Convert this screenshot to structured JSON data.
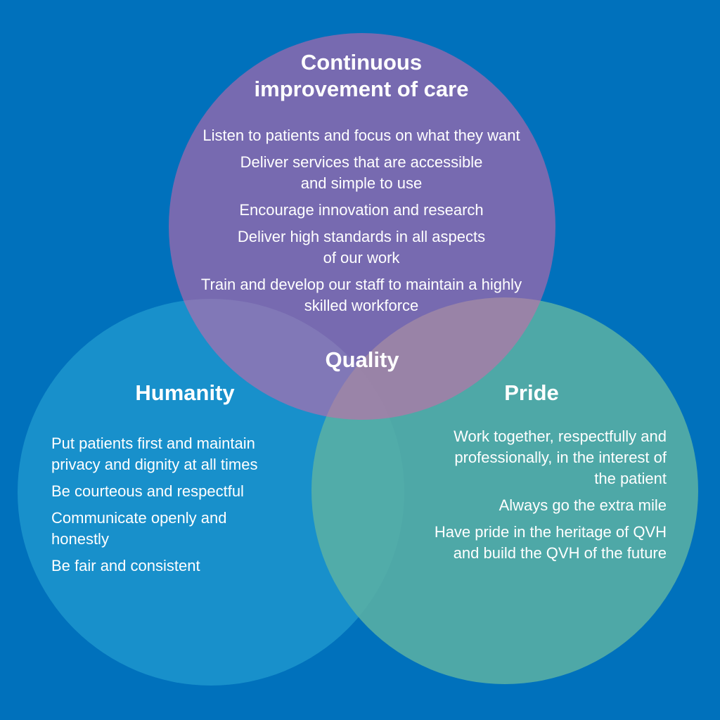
{
  "colors": {
    "background": "#0071bc",
    "top_circle": "#d466a8",
    "left_circle": "#1c95cd",
    "right_circle": "#5bb1a3",
    "text": "#ffffff"
  },
  "top": {
    "heading": "Continuous\nimprovement of care",
    "items": [
      "Listen to patients and focus on what they want",
      "Deliver services that are accessible\nand simple to use",
      "Encourage innovation and research",
      "Deliver high standards in all aspects\nof our work",
      "Train and develop our staff to maintain a highly\nskilled workforce"
    ]
  },
  "center": {
    "label": "Quality"
  },
  "left": {
    "heading": "Humanity",
    "items": [
      "Put patients first and maintain\nprivacy and dignity at all times",
      "Be courteous and respectful",
      "Communicate openly and\nhonestly",
      "Be fair and consistent"
    ]
  },
  "right": {
    "heading": "Pride",
    "items": [
      "Work together, respectfully and\nprofessionally, in the interest of\nthe patient",
      "Always go the extra mile",
      "Have pride in the heritage of QVH\nand build the QVH of the future"
    ]
  }
}
